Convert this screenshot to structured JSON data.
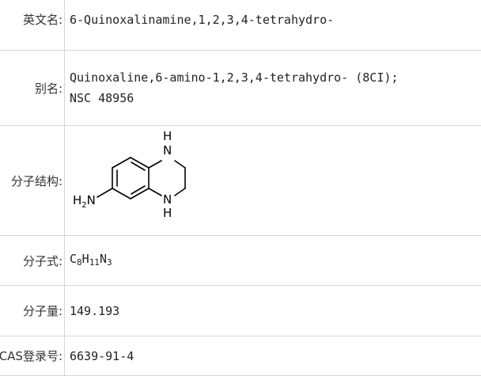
{
  "rows": {
    "english_name": {
      "label": "英文名:",
      "value": "6-Quinoxalinamine,1,2,3,4-tetrahydro-"
    },
    "alias": {
      "label": "别名:",
      "value_line1": "Quinoxaline,6-amino-1,2,3,4-tetrahydro- (8CI);",
      "value_line2": "NSC 48956"
    },
    "structure": {
      "label": "分子结构:",
      "atom_nh_top": "H",
      "atom_n_top": "N",
      "atom_n_bottom": "N",
      "atom_nh_bottom": "H",
      "amine_h": "H",
      "amine_sub": "2",
      "amine_n": "N"
    },
    "formula": {
      "label": "分子式:",
      "c": "C",
      "c_count": "8",
      "h": "H",
      "h_count": "11",
      "n": "N",
      "n_count": "3"
    },
    "molecular_weight": {
      "label": "分子量:",
      "value": "149.193"
    },
    "cas": {
      "label": "CAS登录号:",
      "value": "6639-91-4"
    }
  }
}
